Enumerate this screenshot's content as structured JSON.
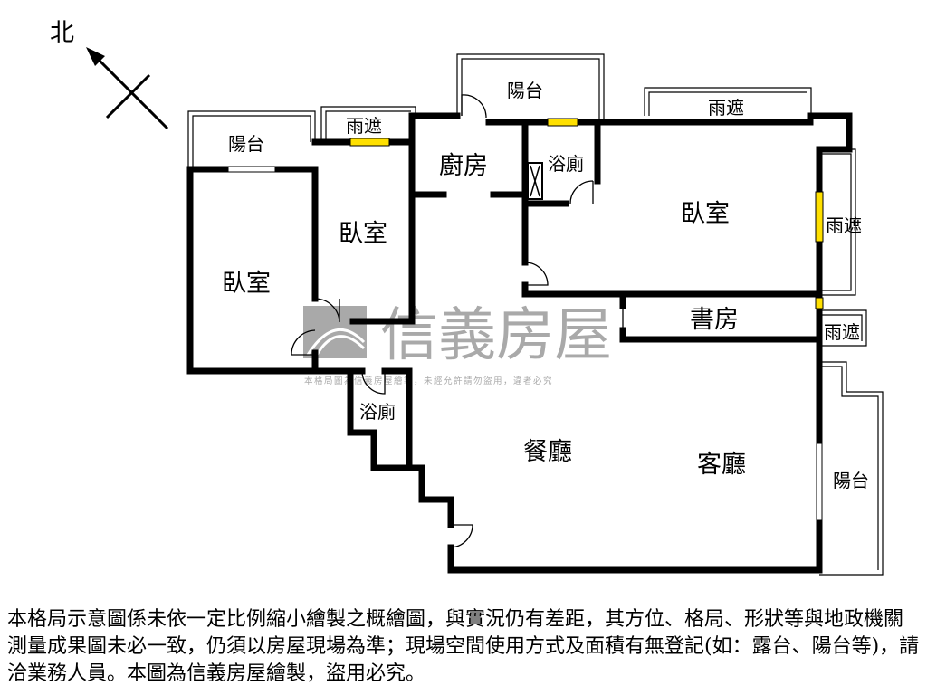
{
  "compass": {
    "label": "北"
  },
  "rooms": {
    "balcony_left": "陽台",
    "rain_cover_top_left": "雨遮",
    "balcony_top": "陽台",
    "rain_cover_top_right": "雨遮",
    "kitchen": "廚房",
    "bath_upper": "浴廁",
    "bedroom_left": "臥室",
    "bedroom_middle": "臥室",
    "bedroom_right": "臥室",
    "rain_cover_right": "雨遮",
    "study": "書房",
    "rain_cover_small": "雨遮",
    "bath_lower": "浴廁",
    "dining": "餐廳",
    "living": "客廳",
    "balcony_right": "陽台"
  },
  "watermark": {
    "brand": "信義房屋",
    "notice": "本格局圖為信義房屋繪製，未經允許請勿盜用，違者必究"
  },
  "disclaimer": "本格局示意圖係未依一定比例縮小繪製之概繪圖，與實況仍有差距，其方位、格局、形狀等與地政機關測量成果圖未必一致，仍須以房屋現場為準；現場空間使用方式及面積有無登記(如：露台、陽台等)，請洽業務人員。本圖為信義房屋繪製，盜用必究。",
  "colors": {
    "wall": "#000000",
    "window": "#ffe000",
    "watermark": "#a9a9a9"
  }
}
